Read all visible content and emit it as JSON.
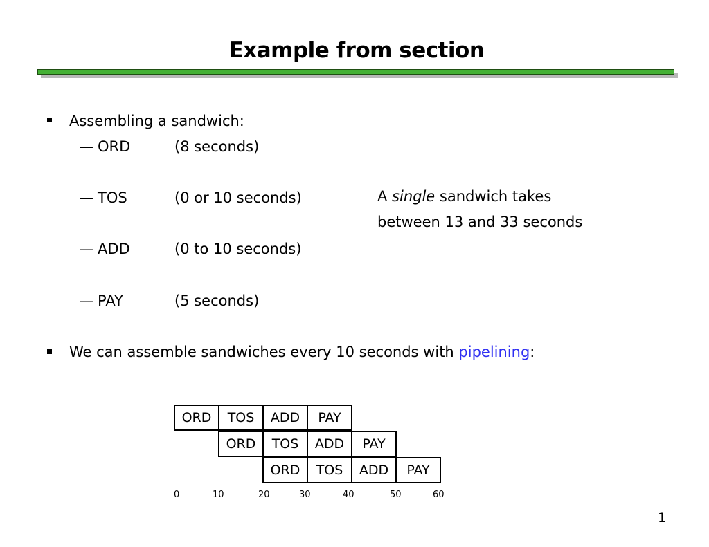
{
  "title": "Example from section",
  "bullets": [
    {
      "text": "Assembling a sandwich:"
    },
    {
      "text_before": "We can assemble sandwiches every 10 seconds with ",
      "highlight": "pipelining",
      "text_after": ":"
    }
  ],
  "steps": [
    {
      "dash": "—",
      "name": "ORD",
      "time": "(8 seconds)"
    },
    {
      "dash": "—",
      "name": "TOS",
      "time": "(0 or 10 seconds)"
    },
    {
      "dash": "—",
      "name": "ADD",
      "time": "(0 to 10 seconds)"
    },
    {
      "dash": "—",
      "name": "PAY",
      "time": "(5 seconds)"
    }
  ],
  "note": {
    "line1_pre": "A ",
    "line1_em": "single",
    "line1_post": " sandwich takes",
    "line2": "between 13 and 33 seconds"
  },
  "pipeline": {
    "rows": [
      [
        "ORD",
        "TOS",
        "ADD",
        "PAY"
      ],
      [
        "ORD",
        "TOS",
        "ADD",
        "PAY"
      ],
      [
        "ORD",
        "TOS",
        "ADD",
        "PAY"
      ]
    ],
    "ticks": [
      "0",
      "10",
      "20",
      "30",
      "40",
      "50",
      "60"
    ]
  },
  "page_number": "1",
  "colors": {
    "title_bar": "#44b035",
    "accent": "#2f2ff2"
  }
}
